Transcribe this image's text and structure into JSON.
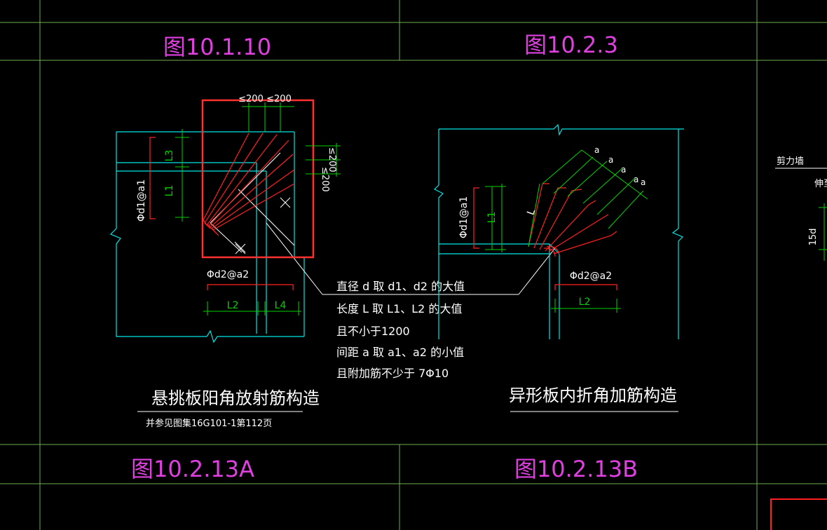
{
  "fig_labels": {
    "top_left": "图10.1.10",
    "top_right": "图10.2.3",
    "bottom_left": "图10.2.13A",
    "bottom_right": "图10.2.13B"
  },
  "left_detail": {
    "dim_top_1": "≤200",
    "dim_top_2": "≤200",
    "dim_right_1": "≤200",
    "dim_right_2": "≤200",
    "label_L3": "L3",
    "label_L1": "L1",
    "label_phi_d1": "Φd1@a1",
    "label_phi_d2": "Φd2@a2",
    "label_L2": "L2",
    "label_L4": "L4",
    "title": "悬挑板阳角放射筋构造",
    "subtitle": "并参见图集16G101-1第112页"
  },
  "right_detail": {
    "label_phi_d1": "Φd1@a1",
    "label_L1": "L1",
    "label_L": "L",
    "label_a": "a",
    "label_phi_d2": "Φd2@a2",
    "label_L2": "L2",
    "title": "异形板内折角加筋构造"
  },
  "notes": [
    "直径 d 取 d1、d2 的大值",
    "长度 L 取 L1、L2 的大值",
    "且不小于1200",
    "间距 a 取 a1、a2 的小值",
    "且附加筋不少于 7Φ10"
  ],
  "edge_fragment": {
    "label_1": "剪力墙",
    "label_2": "伸至",
    "label_3": "15d"
  },
  "colors": {
    "frame": "#6fae4f",
    "cyan": "#00e5e5",
    "green": "#00d400",
    "red": "#ff2020",
    "highlight": "#ff3030",
    "magenta": "#e040e0",
    "white": "#ffffff"
  }
}
